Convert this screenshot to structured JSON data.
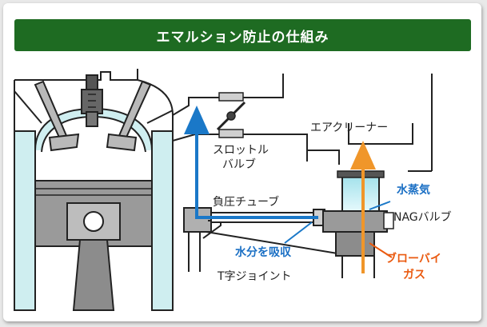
{
  "title": "エマルション防止の仕組み",
  "labels": {
    "throttle_line1": "スロットル",
    "throttle_line2": "バルブ",
    "air_cleaner": "エアクリーナー",
    "negative_tube": "負圧チューブ",
    "water_vapor": "水蒸気",
    "nag_valve": "NAGバルブ",
    "absorb": "水分を吸収",
    "blowby_line1": "ブローバイ",
    "blowby_line2": "ガス",
    "t_joint": "T字ジョイント"
  },
  "colors": {
    "banner": "#1e6b22",
    "blue_arrow": "#1a78c8",
    "orange_arrow": "#f0962a",
    "orange_text": "#ea5a10",
    "blue_text": "#1a6fc4",
    "coolant": "#cfeef0",
    "gray_part": "#9a9a9a"
  },
  "icons": [
    "spark-plug-icon",
    "piston-icon",
    "throttle-valve-icon",
    "nag-valve-icon"
  ]
}
